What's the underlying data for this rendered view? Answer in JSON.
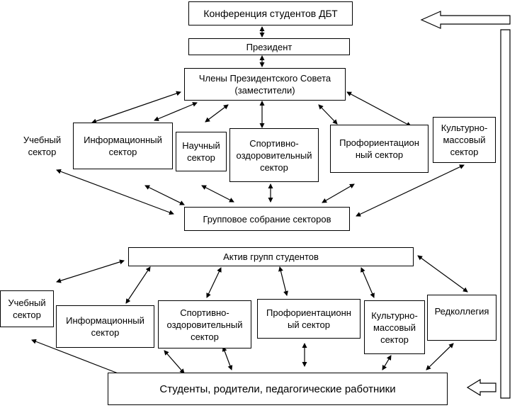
{
  "diagram": {
    "conference": "Конференция студентов ДБТ",
    "president": "Президент",
    "council": "Члены Президентского Совета\n(заместители)",
    "council_sectors": [
      "Учебный\nсектор",
      "Информационный\nсектор",
      "Научный\nсектор",
      "Спортивно-\nоздоровительный\nсектор",
      "Профориентацион\nный сектор",
      "Культурно-\nмассовый\nсектор"
    ],
    "group_meeting": "Групповое собрание секторов",
    "group_activists": "Актив групп студентов",
    "group_sectors": [
      "Учебный\nсектор",
      "Информационный\nсектор",
      "Спортивно-\nоздоровительный\nсектор",
      "Профориентационн\nый сектор",
      "Культурно-\nмассовый\nсектор",
      "Редколлегия"
    ],
    "bottom": "Студенты, родители, педагогические работники"
  }
}
